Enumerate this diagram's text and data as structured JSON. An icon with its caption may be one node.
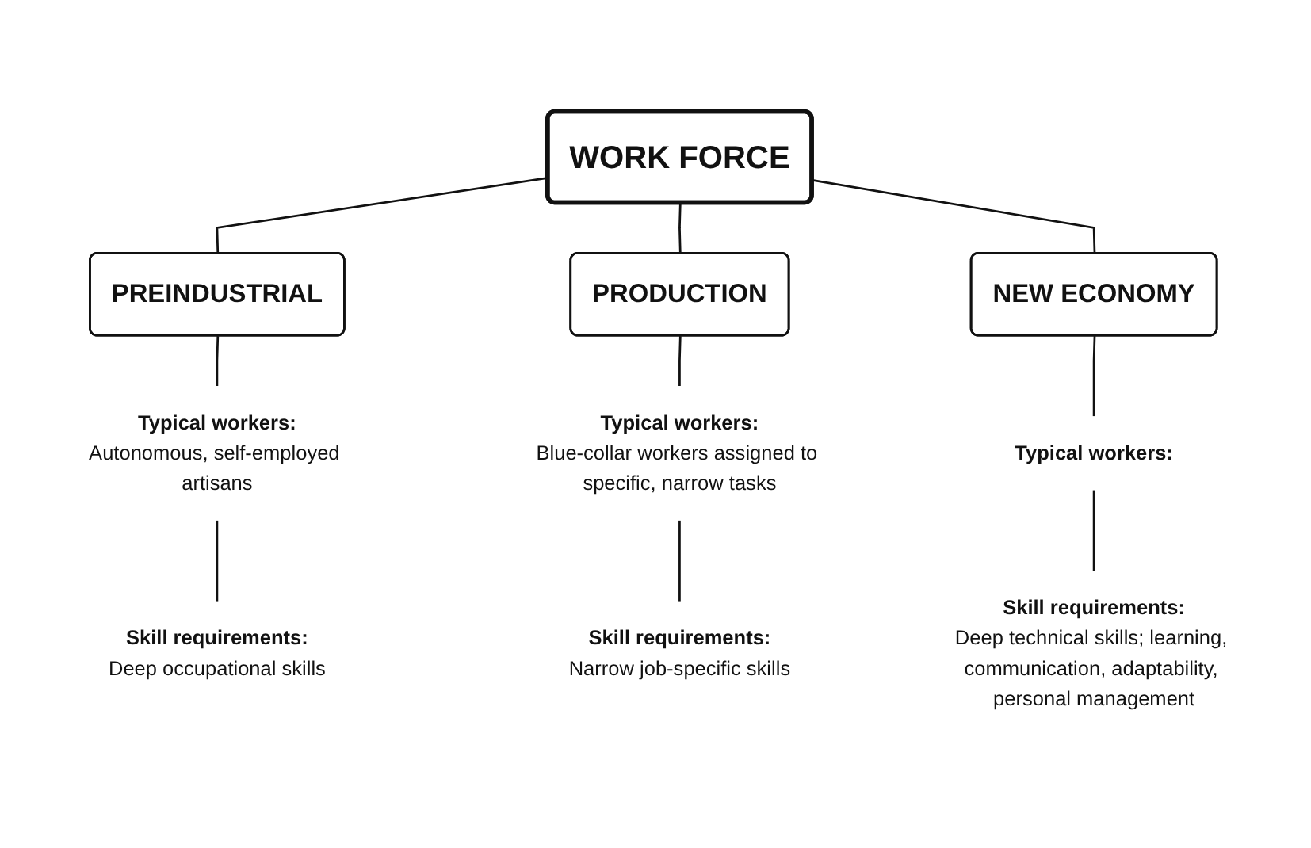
{
  "diagram": {
    "nodes": [
      {
        "text": [
          "WORK FORCE"
        ]
      },
      {
        "text": [
          "PREINDUSTRIAL"
        ]
      },
      {
        "text": [
          "PRODUCTION"
        ]
      },
      {
        "text": [
          "NEW ECONOMY"
        ]
      },
      {
        "text": [
          "Typical workers:",
          "Autonomous, self-employed artisans"
        ]
      },
      {
        "text": [
          "Skill requirements:",
          "Deep occupational skills"
        ]
      },
      {
        "text": [
          "Typical workers:",
          "Blue-collar workers assigned to specific, narrow tasks"
        ]
      },
      {
        "text": [
          "Skill requirements:",
          "Narrow job-specific skills"
        ]
      },
      {
        "text": [
          "Typical workers:"
        ]
      },
      {
        "text": [
          "Skill requirements:",
          "Deep technical skills; learning, communication, adaptability, personal management"
        ]
      }
    ],
    "edges": [
      {
        "from": 0,
        "to": 1,
        "arrow": "none"
      },
      {
        "from": 0,
        "to": 2,
        "arrow": "none"
      },
      {
        "from": 0,
        "to": 3,
        "arrow": "none"
      },
      {
        "from": 1,
        "to": 4,
        "arrow": "none"
      },
      {
        "from": 4,
        "to": 5,
        "arrow": "none"
      },
      {
        "from": 2,
        "to": 6,
        "arrow": "none"
      },
      {
        "from": 6,
        "to": 7,
        "arrow": "none"
      },
      {
        "from": 3,
        "to": 8,
        "arrow": "none"
      },
      {
        "from": 8,
        "to": 9,
        "arrow": "none"
      }
    ]
  }
}
